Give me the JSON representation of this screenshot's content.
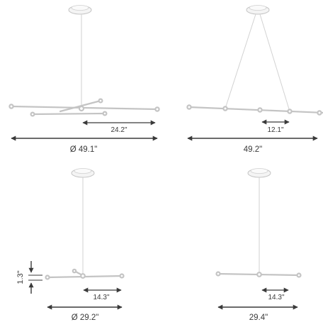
{
  "figures": [
    {
      "id": "top-left",
      "overall": "Ø 49.1\"",
      "segment": "24.2\""
    },
    {
      "id": "top-right",
      "overall": "49.2\"",
      "segment": "12.1\""
    },
    {
      "id": "bottom-left",
      "overall": "Ø 29.2\"",
      "segment": "14.3\"",
      "height": "1.3\""
    },
    {
      "id": "bottom-right",
      "overall": "29.4\"",
      "segment": "14.3\""
    }
  ],
  "colors": {
    "dimension_line": "#3a3a3a",
    "fixture_outline": "#c4c4c4",
    "cable": "#d2d2d2"
  }
}
